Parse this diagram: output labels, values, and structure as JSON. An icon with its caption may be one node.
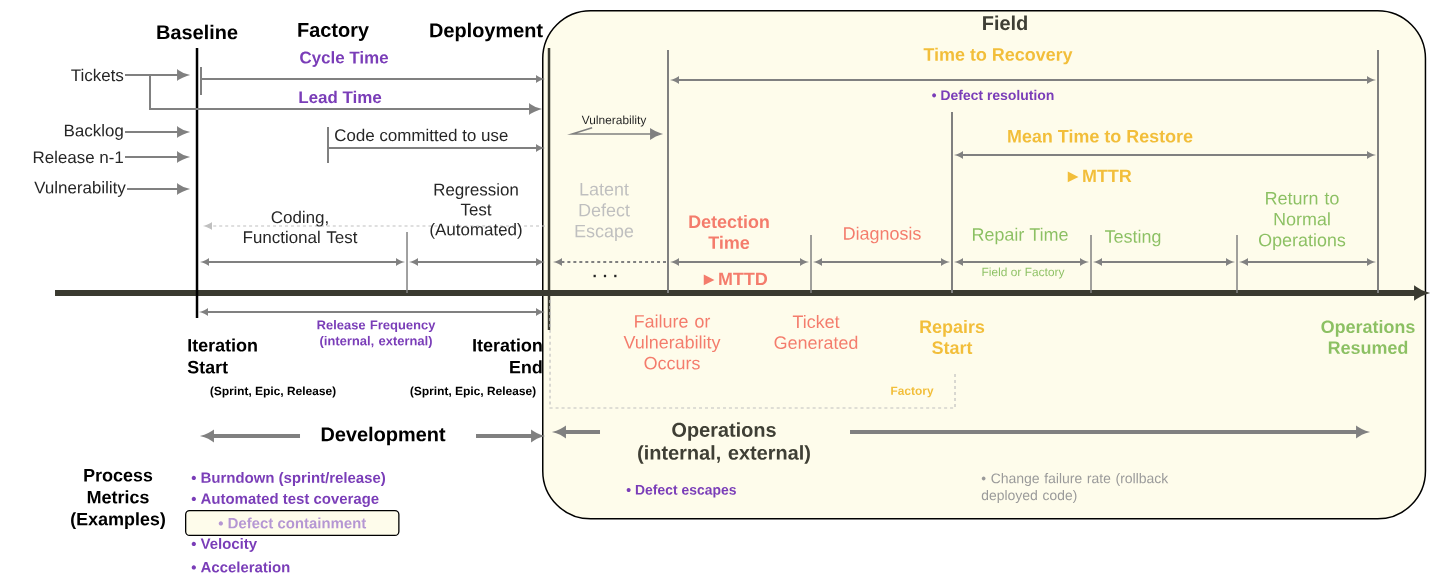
{
  "diagram": {
    "nodes": [
      {
        "text": [
          "Field"
        ]
      },
      {
        "text": [
          "• Defect containment"
        ]
      },
      {
        "text": [
          "Tickets"
        ]
      },
      {
        "text": [
          "Backlog"
        ]
      },
      {
        "text": [
          "Release n-1"
        ]
      },
      {
        "text": [
          "Vulnerability"
        ]
      },
      {
        "text": [
          "Vulnerability"
        ],
        "in": 0
      }
    ],
    "edges": [
      {
        "from": 2,
        "to": null,
        "arrow": "to"
      },
      {
        "from": 2,
        "to": 0,
        "arrow": "to"
      },
      {
        "from": 3,
        "to": null,
        "arrow": "to"
      },
      {
        "from": 4,
        "to": null,
        "arrow": "to"
      },
      {
        "from": 5,
        "to": null,
        "arrow": "to"
      },
      {
        "from": 6,
        "to": null,
        "arrow": "to"
      }
    ],
    "labels": [
      "Baseline",
      "Factory",
      "Deployment",
      "Cycle Time",
      "Lead Time",
      "Code committed to use",
      "Regression Test (Automated)",
      "Coding, Functional Test",
      "Time to Recovery",
      "• Defect resolution",
      "Mean Time to Restore",
      "►MTTR",
      "Latent Defect Escape",
      "Detection Time",
      "Diagnosis",
      "Repair Time",
      "Testing",
      "Return to Normal Operations",
      "Field or Factory",
      ". . .",
      "►MTTD",
      "Release Frequency (internal, external)",
      "Iteration Start",
      "Iteration End",
      "(Sprint, Epic, Release)",
      "(Sprint, Epic, Release)",
      "Failure or Vulnerability Occurs",
      "Ticket Generated",
      "Repairs Start",
      "Operations Resumed",
      "Factory",
      "Development",
      "Operations (internal, external)",
      "Process Metrics (Examples)",
      "• Burndown (sprint/release)",
      "• Automated test coverage",
      "• Velocity",
      "• Acceleration",
      "• Defect escapes",
      "• Change failure rate (rollback deployed code)"
    ]
  }
}
